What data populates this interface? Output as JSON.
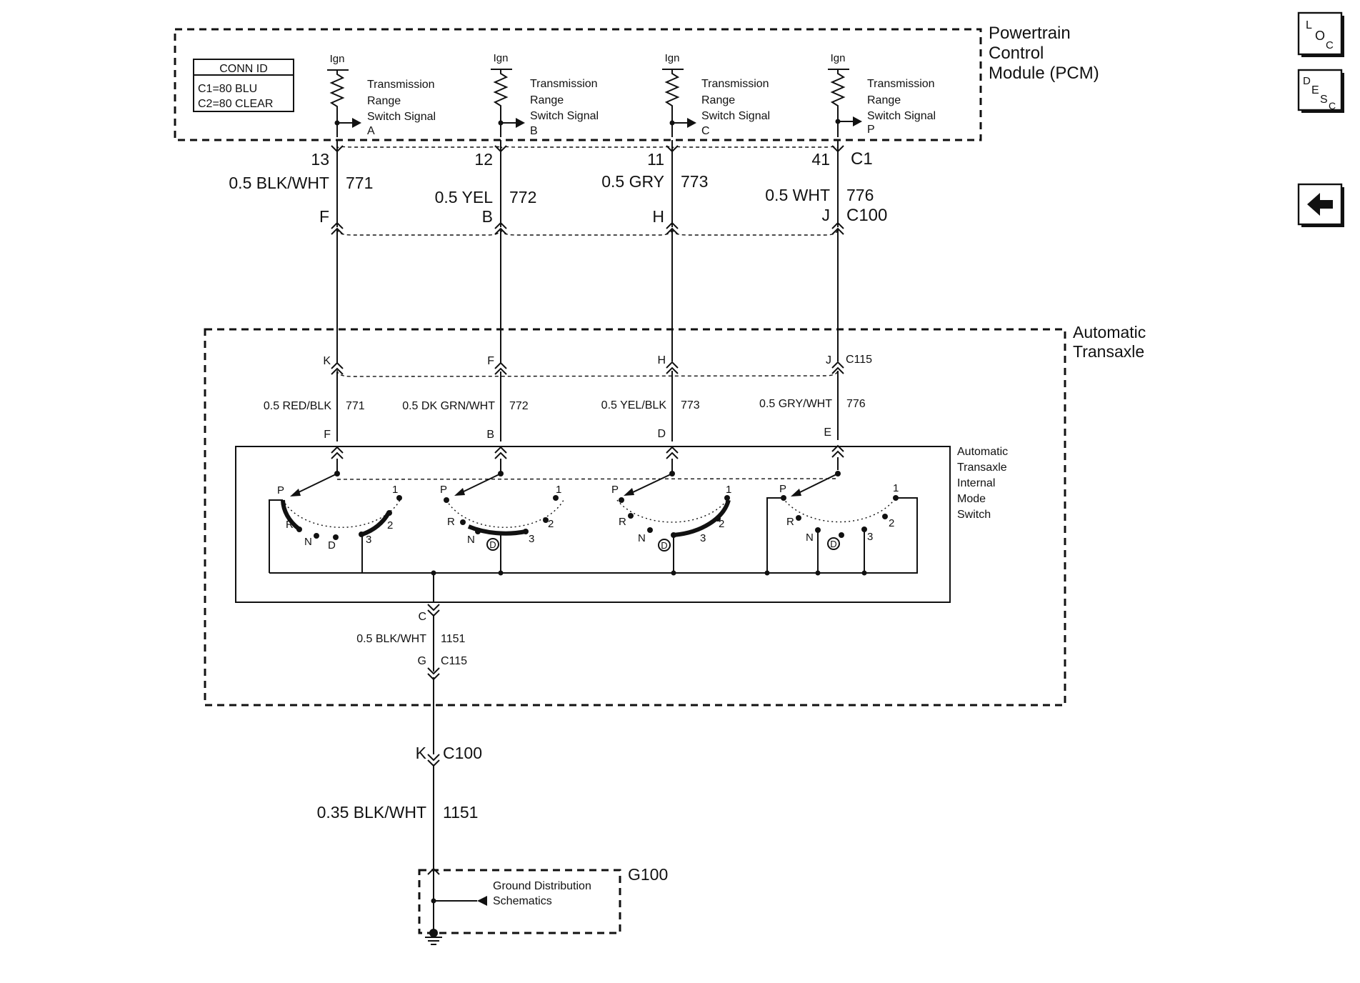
{
  "pcm": {
    "title_lines": [
      "Powertrain",
      "Control",
      "Module (PCM)"
    ],
    "conn_id": {
      "title": "CONN ID",
      "rows": [
        "C1=80 BLU",
        "C2=80 CLEAR"
      ]
    },
    "ign_label": "Ign",
    "signal_lines": [
      "Transmission",
      "Range",
      "Switch Signal"
    ],
    "signal_letters": [
      "A",
      "B",
      "C",
      "P"
    ],
    "connector": "C1"
  },
  "upper_wires": [
    {
      "pin": "13",
      "wire": "0.5 BLK/WHT",
      "circuit": "771",
      "c100_pin": "F"
    },
    {
      "pin": "12",
      "wire": "0.5 YEL",
      "circuit": "772",
      "c100_pin": "B"
    },
    {
      "pin": "11",
      "wire": "0.5 GRY",
      "circuit": "773",
      "c100_pin": "H"
    },
    {
      "pin": "41",
      "wire": "0.5 WHT",
      "circuit": "776",
      "c100_pin": "J"
    }
  ],
  "c100_label": "C100",
  "transaxle": {
    "title_lines": [
      "Automatic",
      "Transaxle"
    ],
    "c115_label": "C115",
    "wires": [
      {
        "c115_pin": "K",
        "wire": "0.5 RED/BLK",
        "circuit": "771",
        "switch_pin": "F"
      },
      {
        "c115_pin": "F",
        "wire": "0.5 DK GRN/WHT",
        "circuit": "772",
        "switch_pin": "B"
      },
      {
        "c115_pin": "H",
        "wire": "0.5 YEL/BLK",
        "circuit": "773",
        "switch_pin": "D"
      },
      {
        "c115_pin": "J",
        "wire": "0.5 GRY/WHT",
        "circuit": "776",
        "switch_pin": "E"
      }
    ],
    "switch_title_lines": [
      "Automatic",
      "Transaxle",
      "Internal",
      "Mode",
      "Switch"
    ],
    "positions": {
      "p": "P",
      "r": "R",
      "n": "N",
      "d": "D",
      "d_circled": "D",
      "three": "3",
      "two": "2",
      "one": "1"
    },
    "ground_wire": {
      "switch_pin": "C",
      "wire": "0.5 BLK/WHT",
      "circuit": "1151",
      "c115_pin": "G",
      "c115_label": "C115"
    }
  },
  "lower": {
    "c100_pin": "K",
    "c100_label": "C100",
    "wire": "0.35 BLK/WHT",
    "circuit": "1151",
    "ground_lines": [
      "Ground Distribution",
      "Schematics"
    ],
    "ground_id": "G100"
  },
  "nav": {
    "loc": {
      "a": "L",
      "b": "O",
      "c": "C"
    },
    "desc": {
      "a": "D",
      "b": "E",
      "c": "S",
      "d": "C"
    },
    "back_icon": "left-arrow-icon"
  }
}
